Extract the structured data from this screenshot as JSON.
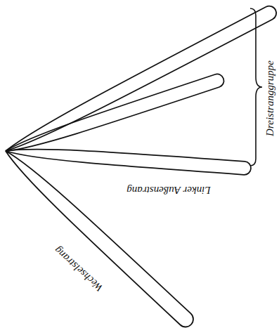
{
  "diagram": {
    "labels": [
      "Dreistranggruppe",
      "Linker Außenstrang",
      "Wechselstrang"
    ]
  }
}
